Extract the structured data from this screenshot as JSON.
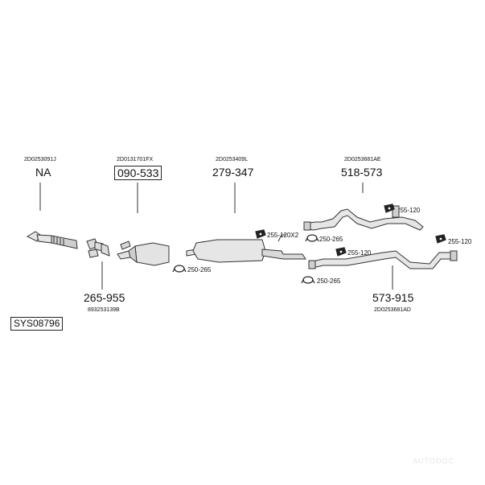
{
  "parts": [
    {
      "code": "2D0253091J",
      "number": "NA"
    },
    {
      "code": "2D0131701FX",
      "number": "090-533"
    },
    {
      "code": "2D0253409L",
      "number": "279-347"
    },
    {
      "code": "2D0253681AE",
      "number": "518-573"
    },
    {
      "code": "893253139B",
      "number": "265-955"
    },
    {
      "code": "2D0253681AD",
      "number": "573-915"
    }
  ],
  "accessories": {
    "clamp_a": "255-120X2",
    "ring_a": "250-265",
    "clamp_b": "255-120",
    "ring_b": "250-265",
    "clamp_c": "255-120",
    "clamp_d": "255-120",
    "ring_c": "250-265"
  },
  "system_code": "SYS08796",
  "watermark": "AUTODOC"
}
